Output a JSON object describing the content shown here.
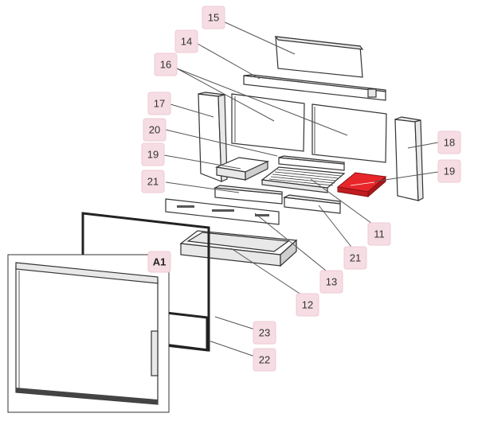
{
  "diagram": {
    "callouts": [
      {
        "id": "c15",
        "label": "15"
      },
      {
        "id": "c14",
        "label": "14"
      },
      {
        "id": "c16",
        "label": "16"
      },
      {
        "id": "c17",
        "label": "17"
      },
      {
        "id": "c20",
        "label": "20"
      },
      {
        "id": "c19a",
        "label": "19"
      },
      {
        "id": "c18",
        "label": "18"
      },
      {
        "id": "c19b",
        "label": "19"
      },
      {
        "id": "c21a",
        "label": "21"
      },
      {
        "id": "c11",
        "label": "11"
      },
      {
        "id": "c21b",
        "label": "21"
      },
      {
        "id": "c13",
        "label": "13"
      },
      {
        "id": "c12",
        "label": "12"
      },
      {
        "id": "c23",
        "label": "23"
      },
      {
        "id": "c22",
        "label": "22"
      }
    ],
    "assembly_label": "A1",
    "colors": {
      "callout_fill": "#f6dde4",
      "highlight_part": "#e8262a",
      "outline": "#333333"
    },
    "highlighted_part": "19"
  }
}
